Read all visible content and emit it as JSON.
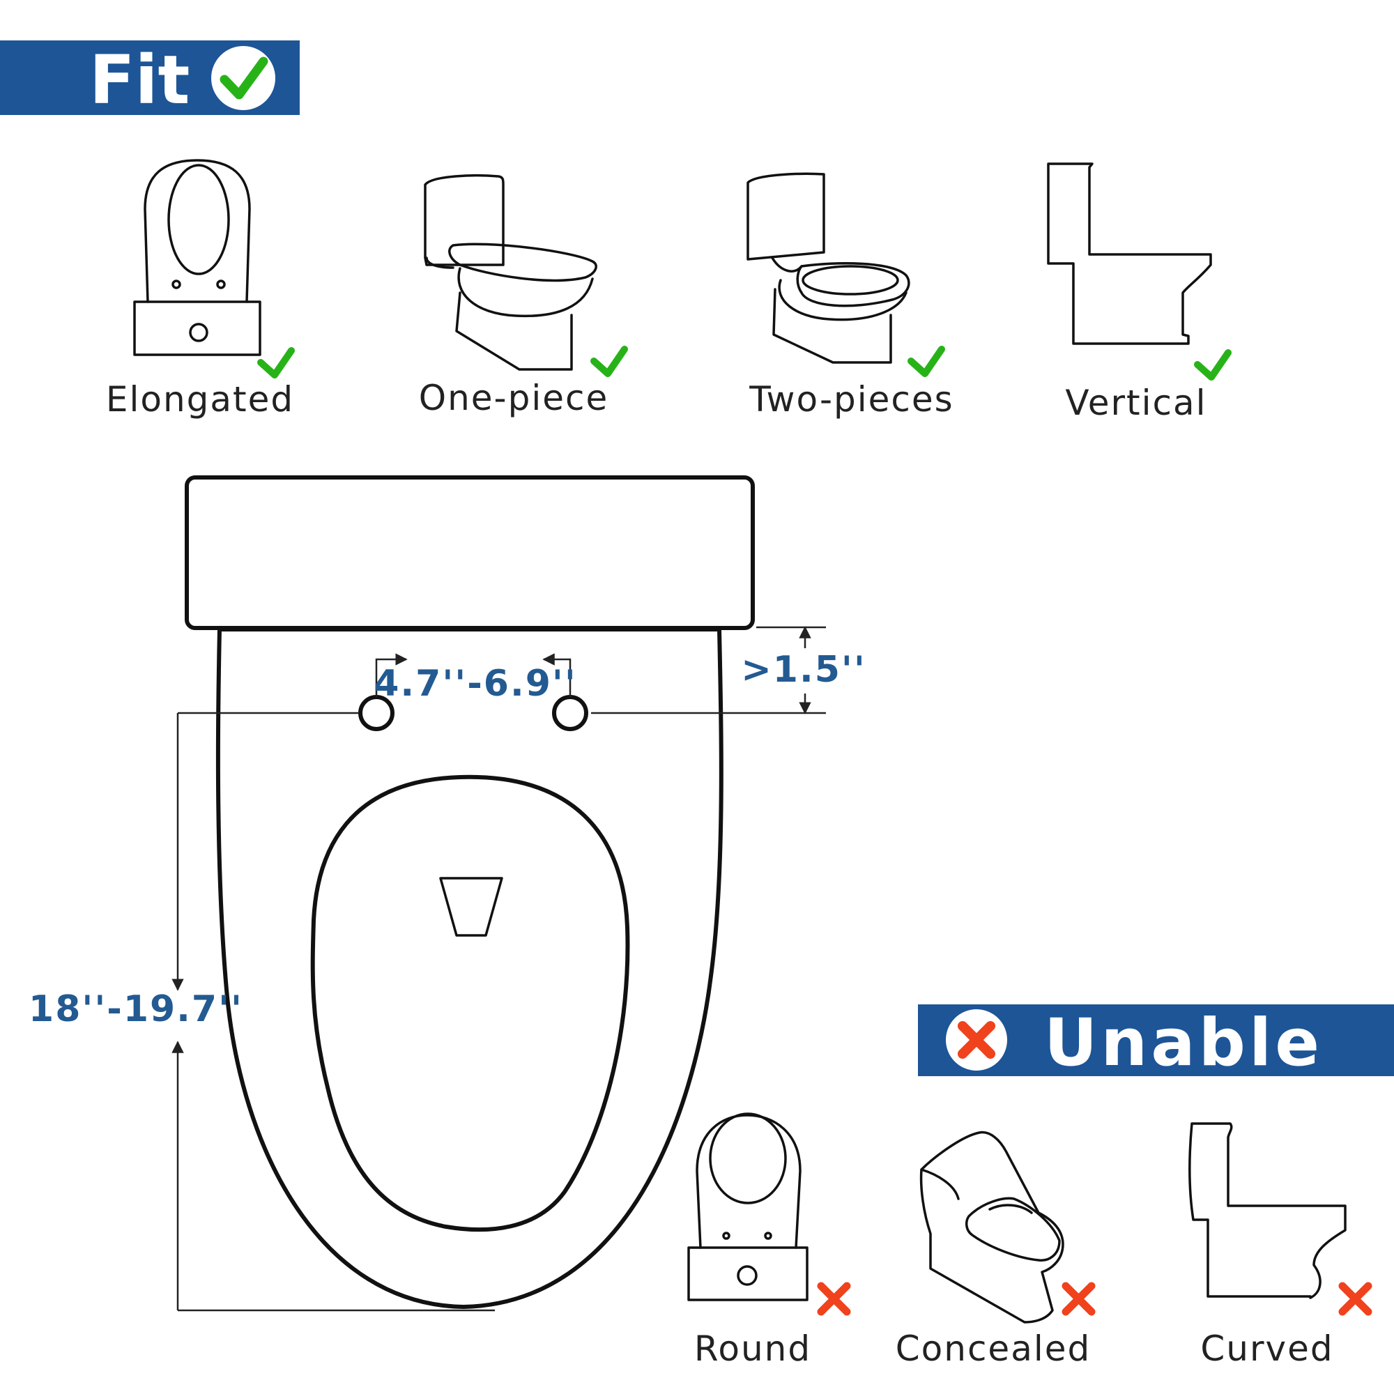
{
  "colors": {
    "banner": "#1d5597",
    "check": "#27b318",
    "cross": "#f0421c",
    "dimension_text": "#235a92",
    "outline": "#111111"
  },
  "fit_banner": {
    "label": "Fit",
    "icon": "check-circle-icon"
  },
  "fit_types": [
    {
      "label": "Elongated",
      "icon": "check-icon"
    },
    {
      "label": "One-piece",
      "icon": "check-icon"
    },
    {
      "label": "Two-pieces",
      "icon": "check-icon"
    },
    {
      "label": "Vertical",
      "icon": "check-icon"
    }
  ],
  "dimensions": {
    "hole_spacing": "4.7''-6.9''",
    "front_clearance": ">1.5''",
    "seat_length": "18''-19.7''"
  },
  "unable_banner": {
    "label": "Unable",
    "icon": "cross-circle-icon"
  },
  "unable_types": [
    {
      "label": "Round",
      "icon": "cross-icon"
    },
    {
      "label": "Concealed",
      "icon": "cross-icon"
    },
    {
      "label": "Curved",
      "icon": "cross-icon"
    }
  ]
}
